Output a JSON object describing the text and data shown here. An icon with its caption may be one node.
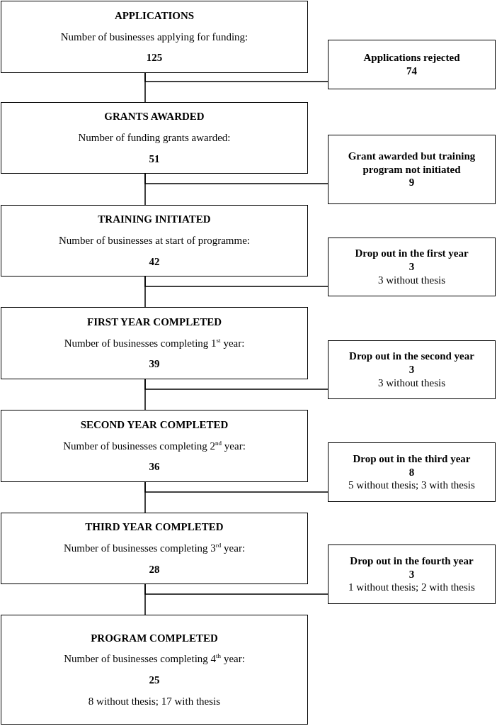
{
  "diagram": {
    "nodes": [
      {
        "text": [
          "APPLICATIONS",
          "Number of businesses applying for funding:",
          "125"
        ]
      },
      {
        "text": [
          "Applications rejected",
          "74"
        ]
      },
      {
        "text": [
          "GRANTS AWARDED",
          "Number of funding grants awarded:",
          "51"
        ]
      },
      {
        "text": [
          "Grant awarded but training program not initiated",
          "9"
        ]
      },
      {
        "text": [
          "TRAINING INITIATED",
          "Number of businesses at start of programme:",
          "42"
        ]
      },
      {
        "text": [
          "Drop out in the first year",
          "3",
          "3 without thesis"
        ]
      },
      {
        "text": [
          "FIRST YEAR COMPLETED",
          "Number of businesses completing 1$^{st}$ year:",
          "39"
        ]
      },
      {
        "text": [
          "Drop out in the second year",
          "3",
          "3 without thesis"
        ]
      },
      {
        "text": [
          "SECOND YEAR COMPLETED",
          "Number of businesses completing 2$^{nd}$ year:",
          "36"
        ]
      },
      {
        "text": [
          "Drop out in the third year",
          "8",
          "5 without thesis; 3 with thesis"
        ]
      },
      {
        "text": [
          "THIRD YEAR COMPLETED",
          "Number of businesses completing 3$^{rd}$ year:",
          "28"
        ]
      },
      {
        "text": [
          "Drop out in the fourth year",
          "3",
          "1 without thesis; 2 with thesis"
        ]
      },
      {
        "text": [
          "PROGRAM COMPLETED",
          "Number of businesses completing 4$^{th}$ year:",
          "25",
          "8 without thesis; 17 with thesis"
        ]
      }
    ],
    "edges": [
      {
        "from": 0,
        "to": 1,
        "arrow": "none"
      },
      {
        "from": 0,
        "to": 2,
        "arrow": "none"
      },
      {
        "from": 2,
        "to": 3,
        "arrow": "none"
      },
      {
        "from": 2,
        "to": 4,
        "arrow": "none"
      },
      {
        "from": 4,
        "to": 5,
        "arrow": "none"
      },
      {
        "from": 4,
        "to": 6,
        "arrow": "none"
      },
      {
        "from": 6,
        "to": 7,
        "arrow": "none"
      },
      {
        "from": 6,
        "to": 8,
        "arrow": "none"
      },
      {
        "from": 8,
        "to": 9,
        "arrow": "none"
      },
      {
        "from": 8,
        "to": 10,
        "arrow": "none"
      },
      {
        "from": 10,
        "to": 11,
        "arrow": "none"
      },
      {
        "from": 10,
        "to": 12,
        "arrow": "none"
      }
    ]
  }
}
